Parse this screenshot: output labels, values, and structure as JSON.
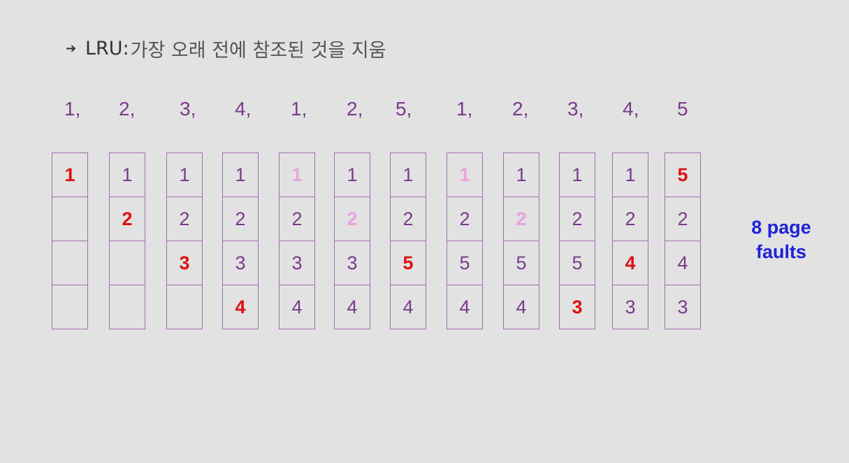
{
  "title": {
    "label": "LRU:",
    "description": "가장 오래 전에 참조된 것을 지움"
  },
  "reference_string": [
    "1,",
    "2,",
    "3,",
    "4,",
    "1,",
    "2,",
    "5,",
    "1,",
    "2,",
    "3,",
    "4,",
    "5"
  ],
  "frames": [
    [
      {
        "v": "1",
        "s": "new"
      },
      {
        "v": "",
        "s": ""
      },
      {
        "v": "",
        "s": ""
      },
      {
        "v": "",
        "s": ""
      }
    ],
    [
      {
        "v": "1",
        "s": ""
      },
      {
        "v": "2",
        "s": "new"
      },
      {
        "v": "",
        "s": ""
      },
      {
        "v": "",
        "s": ""
      }
    ],
    [
      {
        "v": "1",
        "s": ""
      },
      {
        "v": "2",
        "s": ""
      },
      {
        "v": "3",
        "s": "new"
      },
      {
        "v": "",
        "s": ""
      }
    ],
    [
      {
        "v": "1",
        "s": ""
      },
      {
        "v": "2",
        "s": ""
      },
      {
        "v": "3",
        "s": ""
      },
      {
        "v": "4",
        "s": "new"
      }
    ],
    [
      {
        "v": "1",
        "s": "hit"
      },
      {
        "v": "2",
        "s": ""
      },
      {
        "v": "3",
        "s": ""
      },
      {
        "v": "4",
        "s": ""
      }
    ],
    [
      {
        "v": "1",
        "s": ""
      },
      {
        "v": "2",
        "s": "hit"
      },
      {
        "v": "3",
        "s": ""
      },
      {
        "v": "4",
        "s": ""
      }
    ],
    [
      {
        "v": "1",
        "s": ""
      },
      {
        "v": "2",
        "s": ""
      },
      {
        "v": "5",
        "s": "new"
      },
      {
        "v": "4",
        "s": ""
      }
    ],
    [
      {
        "v": "1",
        "s": "hit"
      },
      {
        "v": "2",
        "s": ""
      },
      {
        "v": "5",
        "s": ""
      },
      {
        "v": "4",
        "s": ""
      }
    ],
    [
      {
        "v": "1",
        "s": ""
      },
      {
        "v": "2",
        "s": "hit"
      },
      {
        "v": "5",
        "s": ""
      },
      {
        "v": "4",
        "s": ""
      }
    ],
    [
      {
        "v": "1",
        "s": ""
      },
      {
        "v": "2",
        "s": ""
      },
      {
        "v": "5",
        "s": ""
      },
      {
        "v": "3",
        "s": "new"
      }
    ],
    [
      {
        "v": "1",
        "s": ""
      },
      {
        "v": "2",
        "s": ""
      },
      {
        "v": "4",
        "s": "new"
      },
      {
        "v": "3",
        "s": ""
      }
    ],
    [
      {
        "v": "5",
        "s": "new"
      },
      {
        "v": "2",
        "s": ""
      },
      {
        "v": "4",
        "s": ""
      },
      {
        "v": "3",
        "s": ""
      }
    ]
  ],
  "result": {
    "line1": "8 page",
    "line2": "faults"
  },
  "colors": {
    "default": "#7a3a8a",
    "fault": "#dd1111",
    "hit": "#e8a2dc",
    "result": "#1e22d8",
    "border": "#a46bb0"
  }
}
